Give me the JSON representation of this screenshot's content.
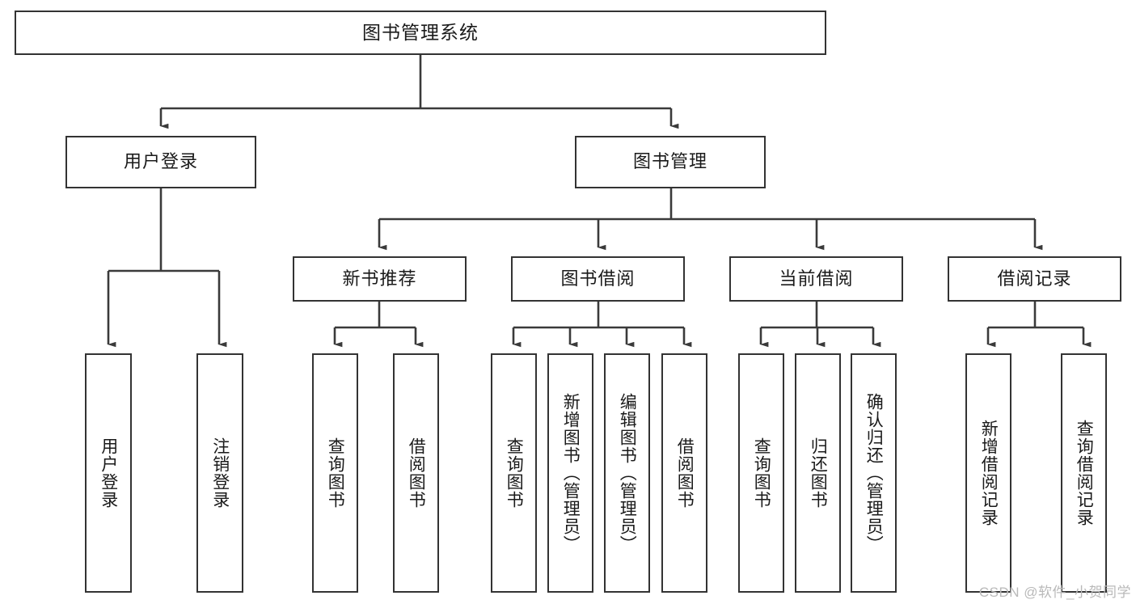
{
  "diagram": {
    "type": "tree-hierarchy",
    "title": "图书管理系统",
    "orientation": "top-down",
    "colors": {
      "box_border": "#333333",
      "box_fill": "#ffffff",
      "connector": "#3a3a3a",
      "text": "#1a1a1a",
      "watermark": "#b9b9b9",
      "background": "#ffffff"
    },
    "root": {
      "id": "root",
      "label": "图书管理系统",
      "text_direction": "horizontal"
    },
    "level2": [
      {
        "id": "user-login",
        "label": "用户登录",
        "text_direction": "horizontal",
        "children": [
          {
            "id": "user-login-do",
            "label": "用户登录",
            "text_direction": "vertical"
          },
          {
            "id": "user-logout",
            "label": "注销登录",
            "text_direction": "vertical"
          }
        ]
      },
      {
        "id": "book-manage",
        "label": "图书管理",
        "text_direction": "horizontal",
        "children": [
          {
            "id": "new-book-recommend",
            "label": "新书推荐",
            "text_direction": "horizontal",
            "children": [
              {
                "id": "recommend-query-book",
                "label": "查询图书",
                "text_direction": "vertical"
              },
              {
                "id": "recommend-borrow-book",
                "label": "借阅图书",
                "text_direction": "vertical"
              }
            ]
          },
          {
            "id": "book-borrow",
            "label": "图书借阅",
            "text_direction": "horizontal",
            "children": [
              {
                "id": "borrow-query-book",
                "label": "查询图书",
                "text_direction": "vertical"
              },
              {
                "id": "borrow-add-book",
                "label": "新增图书（管理员）",
                "text_direction": "vertical"
              },
              {
                "id": "borrow-edit-book",
                "label": "编辑图书（管理员）",
                "text_direction": "vertical"
              },
              {
                "id": "borrow-do-borrow",
                "label": "借阅图书",
                "text_direction": "vertical"
              }
            ]
          },
          {
            "id": "current-borrow",
            "label": "当前借阅",
            "text_direction": "horizontal",
            "children": [
              {
                "id": "current-query-book",
                "label": "查询图书",
                "text_direction": "vertical"
              },
              {
                "id": "current-return-book",
                "label": "归还图书",
                "text_direction": "vertical"
              },
              {
                "id": "current-confirm-return",
                "label": "确认归还（管理员）",
                "text_direction": "vertical"
              }
            ]
          },
          {
            "id": "borrow-record",
            "label": "借阅记录",
            "text_direction": "horizontal",
            "children": [
              {
                "id": "record-add",
                "label": "新增借阅记录",
                "text_direction": "vertical"
              },
              {
                "id": "record-query",
                "label": "查询借阅记录",
                "text_direction": "vertical"
              }
            ]
          }
        ]
      }
    ]
  },
  "watermark": {
    "text": "CSDN @软件_小贺同学"
  }
}
